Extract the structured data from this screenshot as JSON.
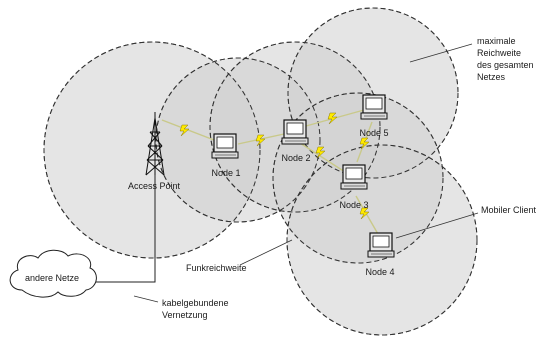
{
  "labels": {
    "access_point": "Access Point",
    "node1": "Node 1",
    "node2": "Node 2",
    "node3": "Node 3",
    "node4": "Node 4",
    "node5": "Node 5",
    "max_range_line1": "maximale",
    "max_range_line2": "Reichweite",
    "max_range_line3": "des gesamten",
    "max_range_line4": "Netzes",
    "mobile_client": "Mobiler Client",
    "radio_range": "Funkreichweite",
    "other_networks": "andere Netze",
    "wired_line1": "kabelgebundene",
    "wired_line2": "Vernetzung"
  },
  "colors": {
    "coverage_fill": "#cfcfcf",
    "link_bolt": "#ffea00"
  }
}
